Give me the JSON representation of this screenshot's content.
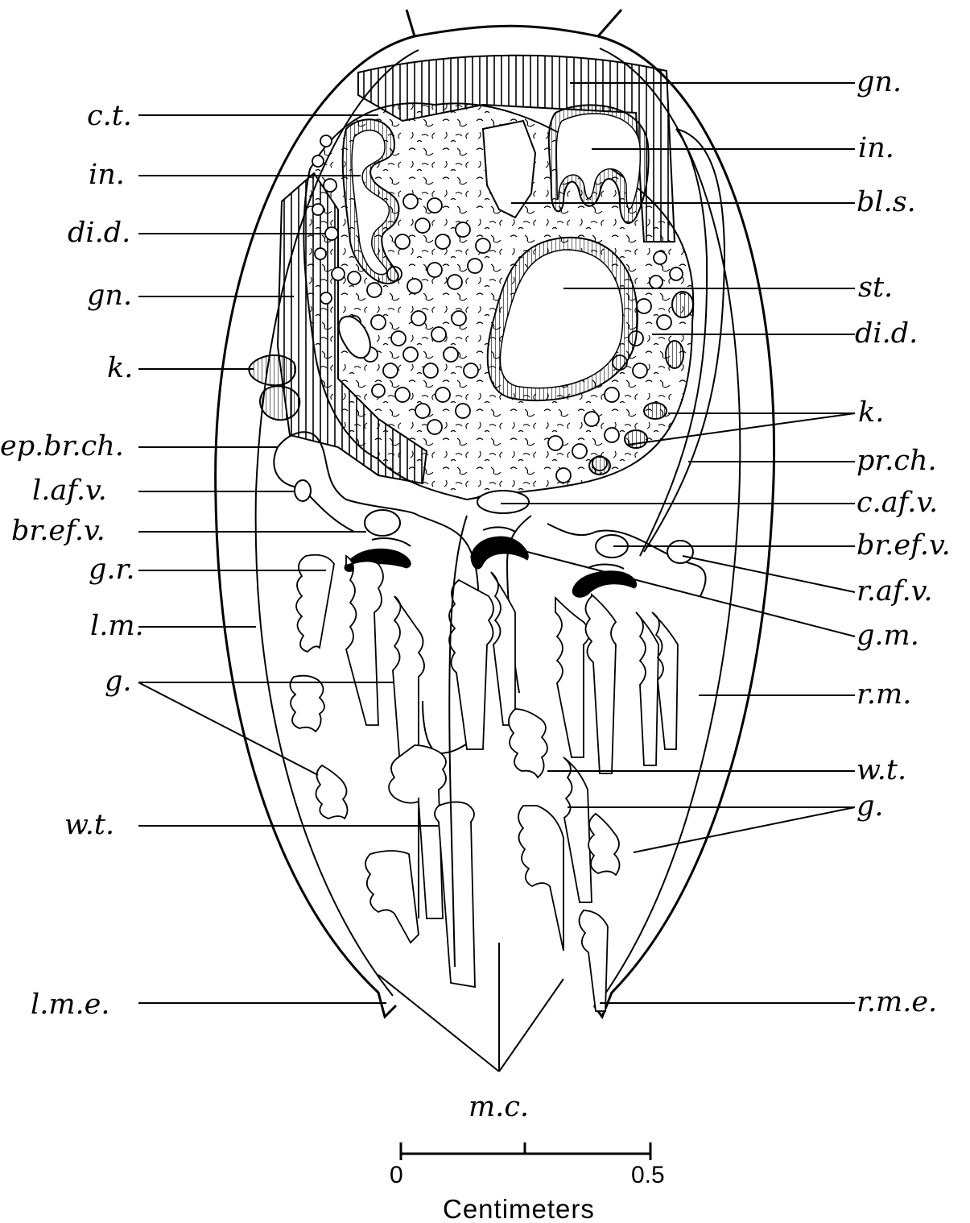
{
  "labels": {
    "left": [
      "c.t.",
      "in.",
      "di.d.",
      "gn.",
      "k.",
      "ep.br.ch.",
      "l.af.v.",
      "br.ef.v.",
      "g.r.",
      "l.m.",
      "g.",
      "w.t.",
      "l.m.e."
    ],
    "right": [
      "gn.",
      "in.",
      "bl.s.",
      "st.",
      "di.d.",
      "k.",
      "pr.ch.",
      "c.af.v.",
      "br.ef.v.",
      "r.af.v.",
      "g.m.",
      "r.m.",
      "w.t.",
      "g.",
      "r.m.e."
    ],
    "bottom": "m.c."
  },
  "scale_bar": {
    "start_label": "0",
    "end_label": "0.5",
    "unit": "Centimeters"
  }
}
